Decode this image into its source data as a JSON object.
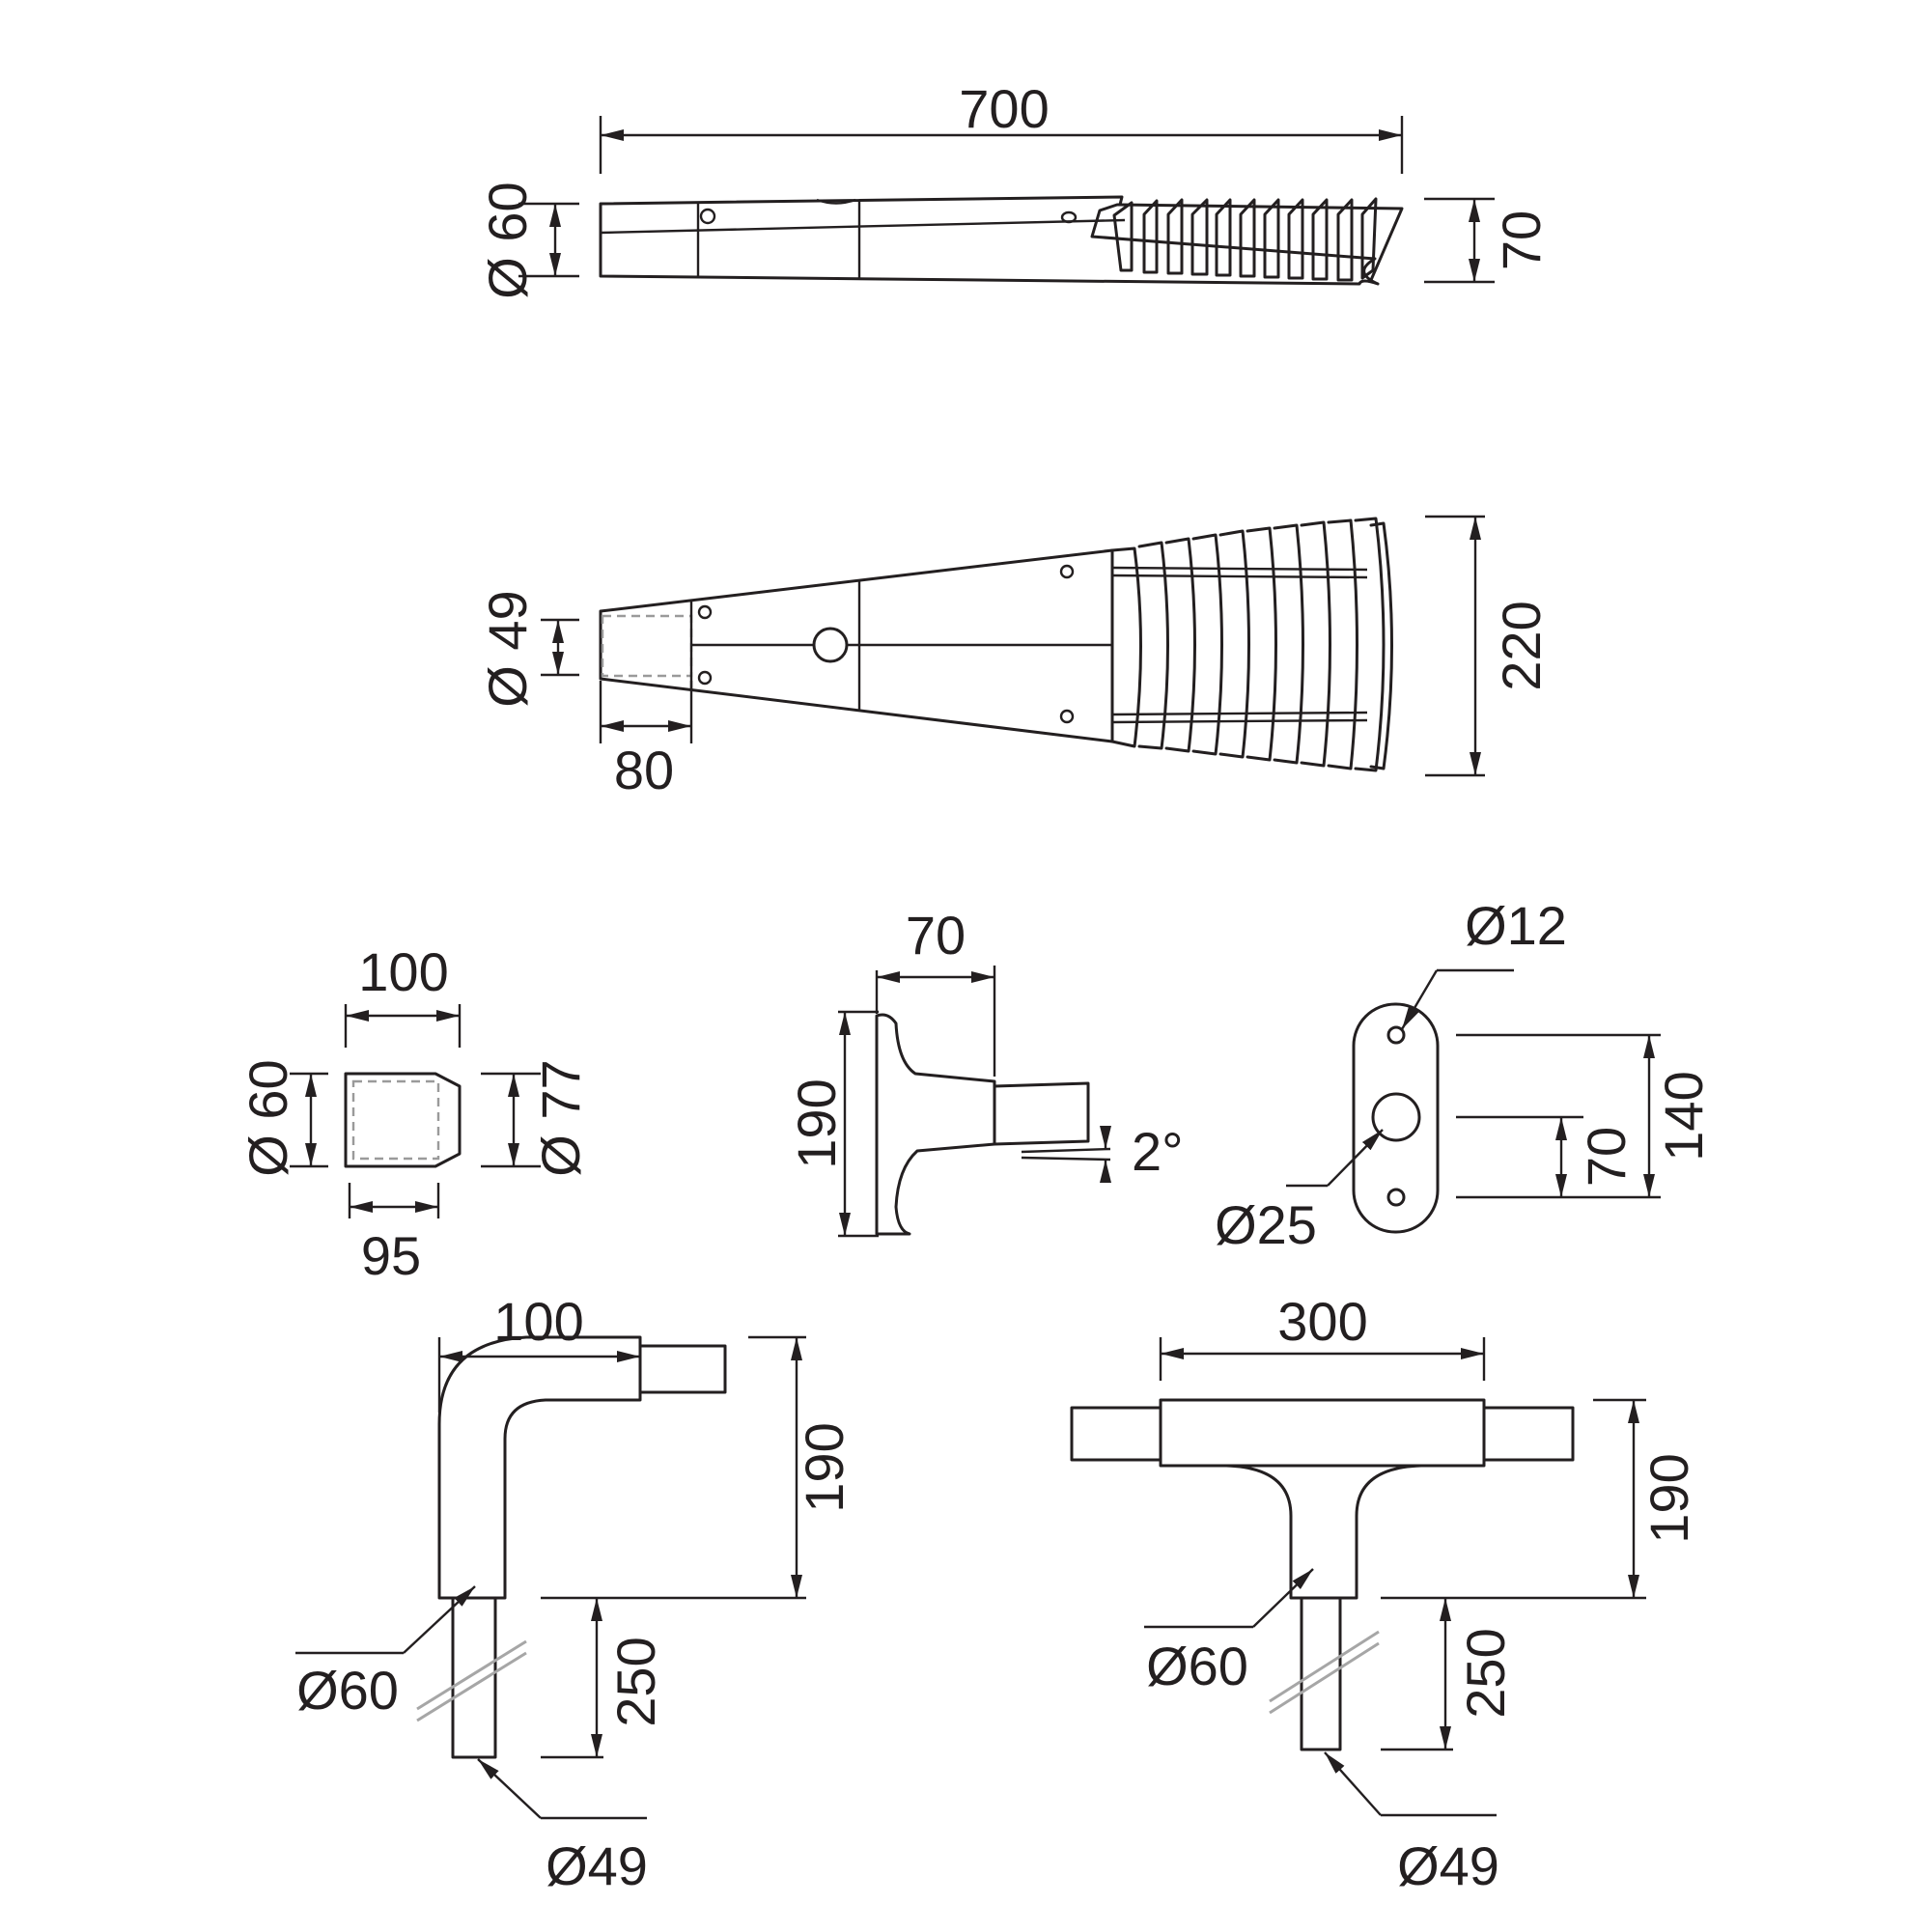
{
  "side_view": {
    "length_label": "700",
    "tube_diameter_label": "Ø 60",
    "head_height_label": "70"
  },
  "top_view": {
    "spigot_diameter_label": "Ø 49",
    "spigot_length_label": "80",
    "head_width_label": "220"
  },
  "adapter": {
    "width_label": "100",
    "diameter_a_label": "Ø 60",
    "diameter_b_label": "Ø 77",
    "inner_length_label": "95"
  },
  "wall_bracket_side": {
    "depth_label": "70",
    "height_label": "190",
    "angle_label": "2°"
  },
  "wall_plate": {
    "hole_small_label": "Ø12",
    "hole_large_label": "Ø25",
    "spacing_outer_label": "140",
    "spacing_inner_label": "70"
  },
  "single_arm": {
    "reach_label": "100",
    "height_label": "190",
    "pole_length_label": "250",
    "arm_diameter_label": "Ø60",
    "pole_diameter_label": "Ø49"
  },
  "double_arm": {
    "span_label": "300",
    "height_label": "190",
    "pole_length_label": "250",
    "arm_diameter_label": "Ø60",
    "pole_diameter_label": "Ø49"
  }
}
